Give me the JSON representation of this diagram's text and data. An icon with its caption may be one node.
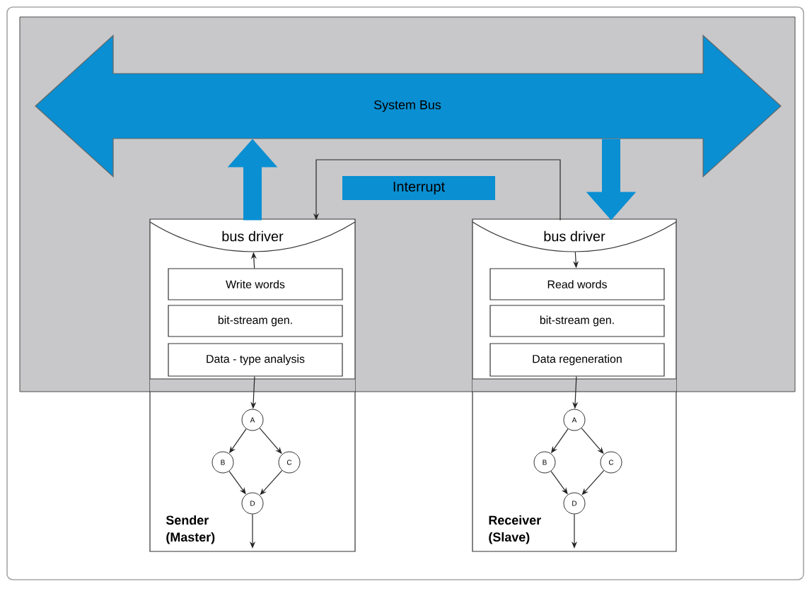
{
  "diagram": {
    "nodes": [
      {
        "text": [
          "System Bus"
        ]
      },
      {
        "text": [
          "Sender (Master)"
        ]
      },
      {
        "text": [
          "bus driver"
        ],
        "in": 1
      },
      {
        "text": [
          "Write words"
        ],
        "in": 1
      },
      {
        "text": [
          "bit-stream gen."
        ],
        "in": 1
      },
      {
        "text": [
          "Data - type analysis"
        ],
        "in": 1
      },
      {
        "text": [
          "A"
        ],
        "in": 1
      },
      {
        "text": [
          "B"
        ],
        "in": 1
      },
      {
        "text": [
          "C"
        ],
        "in": 1
      },
      {
        "text": [
          "D"
        ],
        "in": 1
      },
      {
        "text": [
          "Receiver (Slave)"
        ]
      },
      {
        "text": [
          "bus driver"
        ],
        "in": 10
      },
      {
        "text": [
          "Read words"
        ],
        "in": 10
      },
      {
        "text": [
          "bit-stream gen."
        ],
        "in": 10
      },
      {
        "text": [
          "Data regeneration"
        ],
        "in": 10
      },
      {
        "text": [
          "A"
        ],
        "in": 10
      },
      {
        "text": [
          "B"
        ],
        "in": 10
      },
      {
        "text": [
          "C"
        ],
        "in": 10
      },
      {
        "text": [
          "D"
        ],
        "in": 10
      }
    ],
    "edges": [
      {
        "from": 2,
        "to": 0,
        "arrow": "to",
        "style": "thick",
        "color": "#0a8fd2"
      },
      {
        "from": 0,
        "to": 11,
        "arrow": "to",
        "style": "thick",
        "color": "#0a8fd2"
      },
      {
        "from": 11,
        "to": 2,
        "arrow": "to",
        "label": "Interrupt"
      },
      {
        "from": 3,
        "to": 2,
        "arrow": "to"
      },
      {
        "from": 5,
        "to": 6,
        "arrow": "to"
      },
      {
        "from": 6,
        "to": 7,
        "arrow": "to"
      },
      {
        "from": 6,
        "to": 8,
        "arrow": "to"
      },
      {
        "from": 7,
        "to": 9,
        "arrow": "to"
      },
      {
        "from": 8,
        "to": 9,
        "arrow": "to"
      },
      {
        "from": 9,
        "to": null,
        "arrow": "to"
      },
      {
        "from": 11,
        "to": 12,
        "arrow": "to"
      },
      {
        "from": 14,
        "to": 15,
        "arrow": "to"
      },
      {
        "from": 15,
        "to": 16,
        "arrow": "to"
      },
      {
        "from": 15,
        "to": 17,
        "arrow": "to"
      },
      {
        "from": 16,
        "to": 18,
        "arrow": "to"
      },
      {
        "from": 17,
        "to": 18,
        "arrow": "to"
      },
      {
        "from": 18,
        "to": null,
        "arrow": "to"
      }
    ]
  }
}
